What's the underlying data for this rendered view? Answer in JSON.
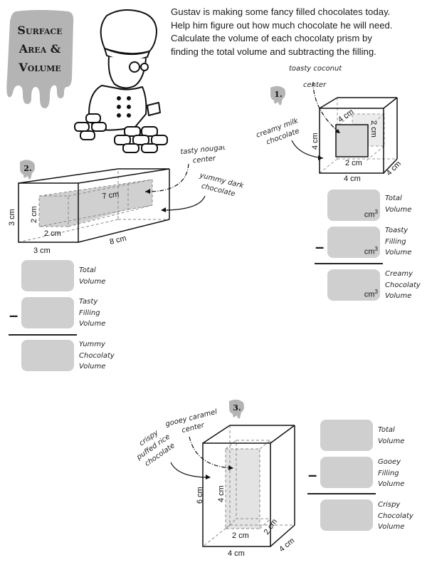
{
  "title": {
    "line1": "Surface",
    "line2": "Area &",
    "line3": "Volume"
  },
  "intro": {
    "lines": [
      "Gustav is making some fancy filled chocolates today.",
      "Help him figure out how much chocolate he will need.",
      "Calculate the volume of each chocolaty prism by",
      "finding the total volume and subtracting the filling."
    ]
  },
  "colors": {
    "drip_gray": "#b4b4b4",
    "answer_box": "#cfcfcf",
    "filling": "#d9d9d9"
  },
  "problems": [
    {
      "number": "1.",
      "outer_label": [
        "creamy milk",
        "chocolate"
      ],
      "filling_label": [
        "toasty coconut",
        "center"
      ],
      "dimensions": {
        "outer_height": "4 cm",
        "outer_width": "4 cm",
        "outer_depth": "4 cm",
        "inner_width": "2 cm",
        "inner_height": "2 cm",
        "inner_depth": "4 cm"
      },
      "answers": [
        {
          "label": [
            "Total",
            "Volume"
          ],
          "unit": "cm",
          "exp": "3"
        },
        {
          "label": [
            "Toasty",
            "Filling",
            "Volume"
          ],
          "unit": "cm",
          "exp": "3"
        },
        {
          "label": [
            "Creamy",
            "Chocolaty",
            "Volume"
          ],
          "unit": "cm",
          "exp": "3"
        }
      ],
      "operator": "–"
    },
    {
      "number": "2.",
      "outer_label": [
        "yummy dark",
        "chocolate"
      ],
      "filling_label": [
        "tasty nougat",
        "center"
      ],
      "dimensions": {
        "outer_height": "3 cm",
        "outer_width": "3 cm",
        "outer_length": "8 cm",
        "inner_height": "2 cm",
        "inner_width": "2 cm",
        "inner_length": "7 cm"
      },
      "answers": [
        {
          "label": [
            "Total",
            "Volume"
          ]
        },
        {
          "label": [
            "Tasty",
            "Filling",
            "Volume"
          ]
        },
        {
          "label": [
            "Yummy",
            "Chocolaty",
            "Volume"
          ]
        }
      ],
      "operator": "–"
    },
    {
      "number": "3.",
      "outer_label": [
        "crispy",
        "puffed rice",
        "chocolate"
      ],
      "filling_label": [
        "gooey caramel",
        "center"
      ],
      "dimensions": {
        "outer_height": "6 cm",
        "outer_width": "4 cm",
        "outer_depth": "4 cm",
        "inner_height": "4 cm",
        "inner_width": "2 cm",
        "inner_depth": "2 cm"
      },
      "answers": [
        {
          "label": [
            "Total",
            "Volume"
          ]
        },
        {
          "label": [
            "Gooey",
            "Filling",
            "Volume"
          ]
        },
        {
          "label": [
            "Crispy",
            "Chocolaty",
            "Volume"
          ]
        }
      ],
      "operator": "–"
    }
  ]
}
